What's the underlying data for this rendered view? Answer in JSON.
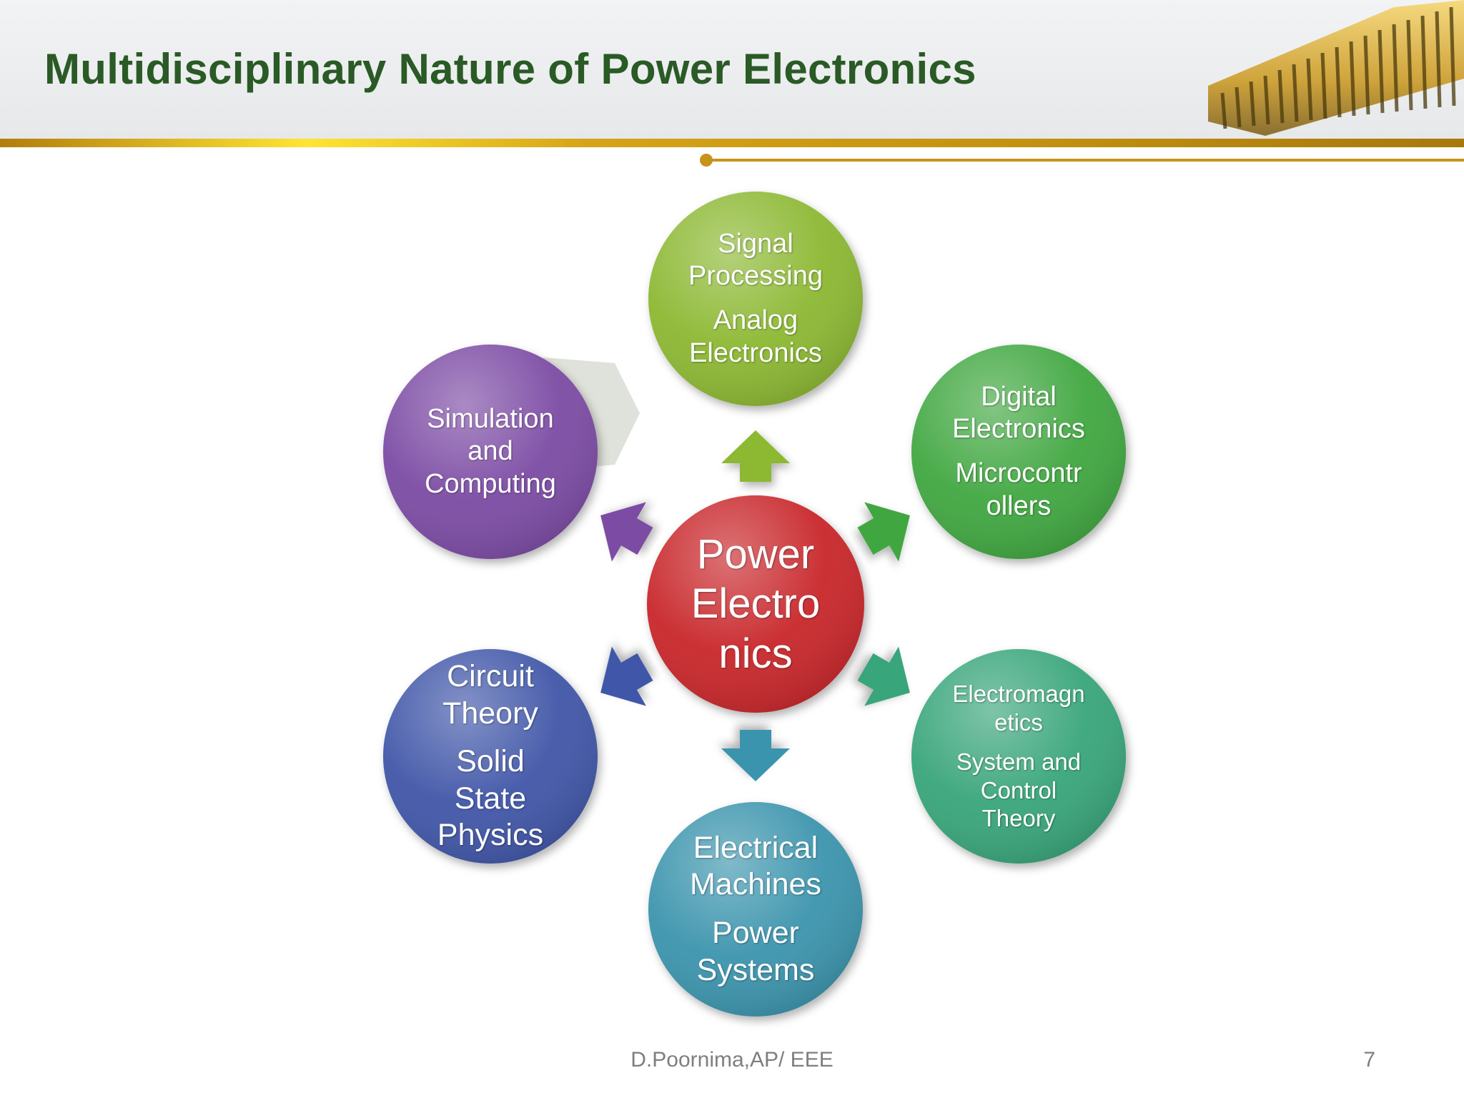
{
  "slide": {
    "title": "Multidisciplinary Nature of Power Electronics",
    "footer": "D.Poornima,AP/ EEE",
    "page_number": "7"
  },
  "diagram": {
    "center": {
      "lines": [
        "Power",
        "Electro",
        "nics"
      ],
      "color": "#c8262b"
    },
    "nodes": [
      {
        "id": "top",
        "lines": [
          "Signal",
          "Processing"
        ],
        "lines2": [
          "Analog",
          "Electronics"
        ],
        "color": "#8cb833"
      },
      {
        "id": "upper-right",
        "lines": [
          "Digital",
          "Electronics"
        ],
        "lines2": [
          "Microcontr",
          "ollers"
        ],
        "color": "#3fa73f"
      },
      {
        "id": "lower-right",
        "lines": [
          "Electromagn",
          "etics"
        ],
        "lines2": [
          "System and",
          "Control",
          "Theory"
        ],
        "color": "#37a57a"
      },
      {
        "id": "bottom",
        "lines": [
          "Electrical",
          "Machines"
        ],
        "lines2": [
          "Power",
          "Systems"
        ],
        "color": "#3a94ad"
      },
      {
        "id": "lower-left",
        "lines": [
          "Circuit",
          "Theory"
        ],
        "lines2": [
          "Solid",
          "State",
          "Physics"
        ],
        "color": "#3f57a8"
      },
      {
        "id": "upper-left",
        "lines": [
          "Simulation",
          "and",
          "Computing"
        ],
        "lines2": [],
        "color": "#7c4ba4"
      }
    ]
  }
}
